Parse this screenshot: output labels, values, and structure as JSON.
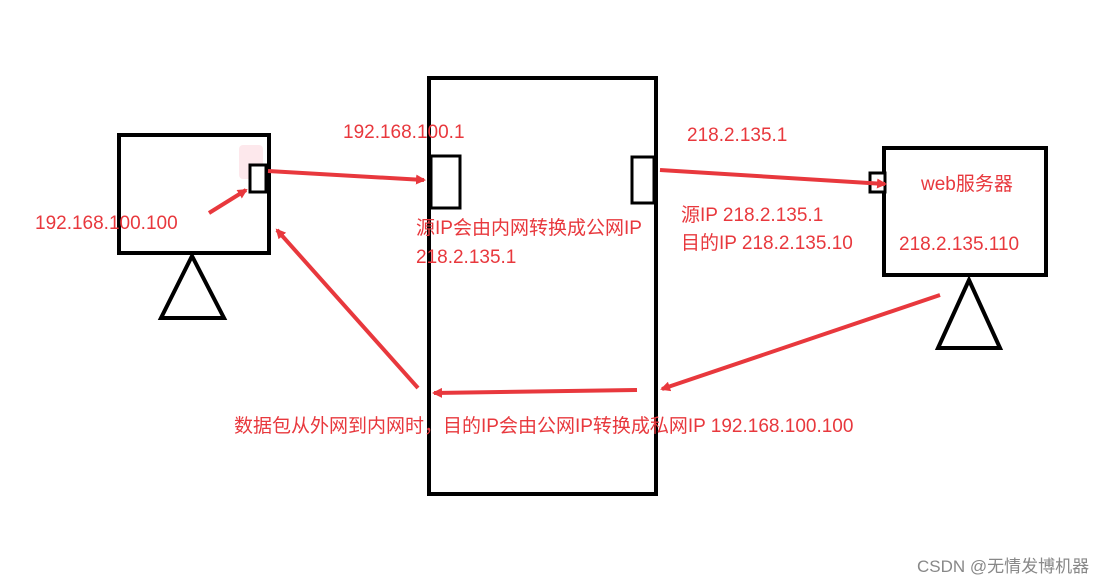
{
  "labels": {
    "client_ip": "192.168.100.100",
    "router_inner_ip": "192.168.100.1",
    "router_outer_ip": "218.2.135.1",
    "nat_note_line1": "源IP会由内网转换成公网IP",
    "nat_note_line2": "218.2.135.1",
    "src_ip_line": "源IP 218.2.135.1",
    "dst_ip_line": "目的IP 218.2.135.10",
    "server_name": "web服务器",
    "server_ip": "218.2.135.110",
    "return_note": "数据包从外网到内网时，目的IP会由公网IP转换成私网IP 192.168.100.100"
  },
  "watermark": "CSDN @无情发博机器",
  "colors": {
    "arrow": "#e8383d",
    "text": "#e8383d",
    "outline": "#000000"
  }
}
